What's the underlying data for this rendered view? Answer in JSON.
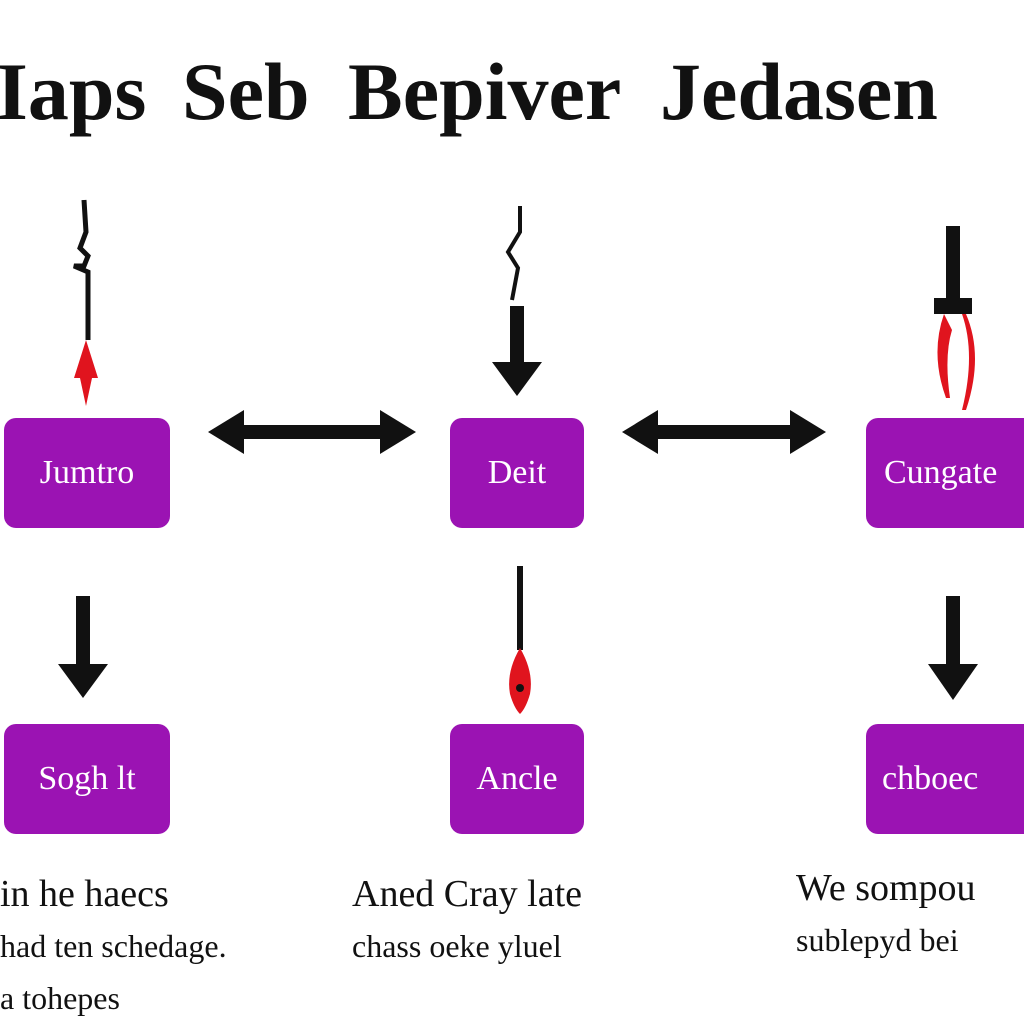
{
  "title": {
    "word1": "Iaps",
    "word2": "Seb",
    "word3": "Bepiver",
    "word4": "Jedasen"
  },
  "boxes": {
    "top_left": "Jumtro",
    "top_center": "Deit",
    "top_right": "Cungate",
    "bottom_left": "Sogh lt",
    "bottom_center": "Ancle",
    "bottom_right": "chboec"
  },
  "captions": {
    "left": [
      "in he haecs",
      "had ten schedage.",
      "a tohepes"
    ],
    "center": [
      "Aned Cray late",
      "chass oeke yluel"
    ],
    "right": [
      "We sompou",
      "sublepyd bei"
    ]
  },
  "colors": {
    "box_fill": "#9b13b3",
    "arrow": "#111111",
    "accent_red": "#e0141e"
  }
}
